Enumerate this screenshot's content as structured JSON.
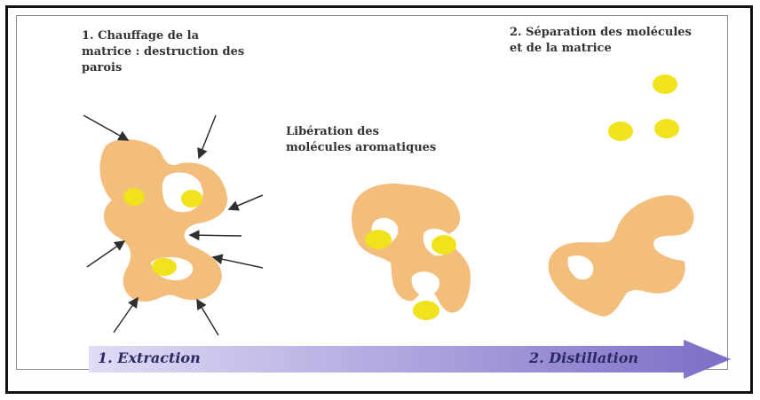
{
  "labels": {
    "step1": "1. Chauffage de la\nmatrice : destruction des\nparois",
    "step2": "2. Séparation des molécules\net de la matrice",
    "liberation": "Libération des\nmolécules aromatiques"
  },
  "process_arrow": {
    "start_label": "1. Extraction",
    "end_label": "2. Distillation"
  },
  "colors": {
    "matrix": "#f3bd7c",
    "molecule": "#f0e21c",
    "arrow_start": "#dcd8f3",
    "arrow_end": "#7d70c8",
    "text": "#333333"
  }
}
